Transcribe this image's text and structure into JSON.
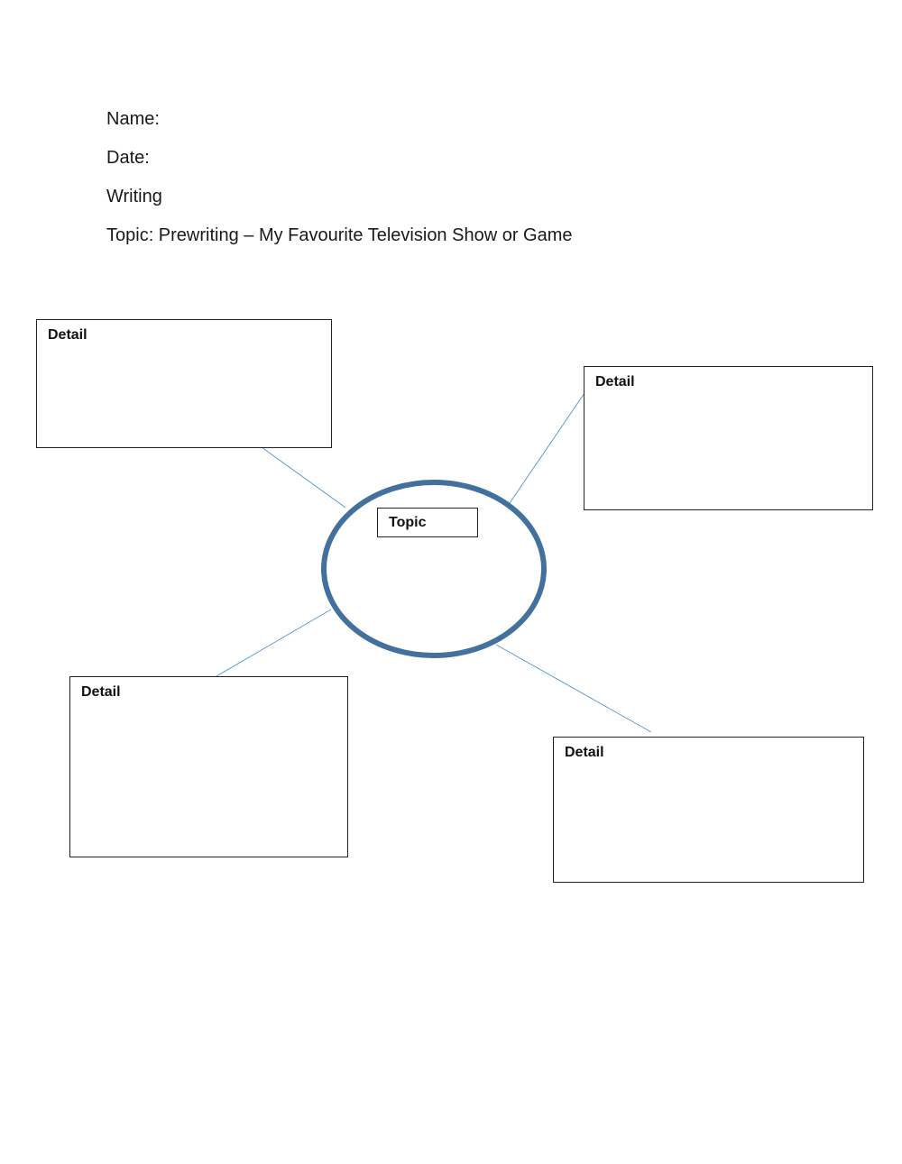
{
  "header": {
    "name_label": "Name:",
    "date_label": "Date:",
    "subject": "Writing",
    "topic_line": "Topic: Prewriting – My Favourite Television Show or Game"
  },
  "diagram": {
    "center": {
      "label": "Topic",
      "ring_color": "#41719C"
    },
    "connector_color": "#5B9BD5",
    "details": [
      {
        "label": "Detail",
        "position": "top-left"
      },
      {
        "label": "Detail",
        "position": "top-right"
      },
      {
        "label": "Detail",
        "position": "bottom-left"
      },
      {
        "label": "Detail",
        "position": "bottom-right"
      }
    ]
  }
}
